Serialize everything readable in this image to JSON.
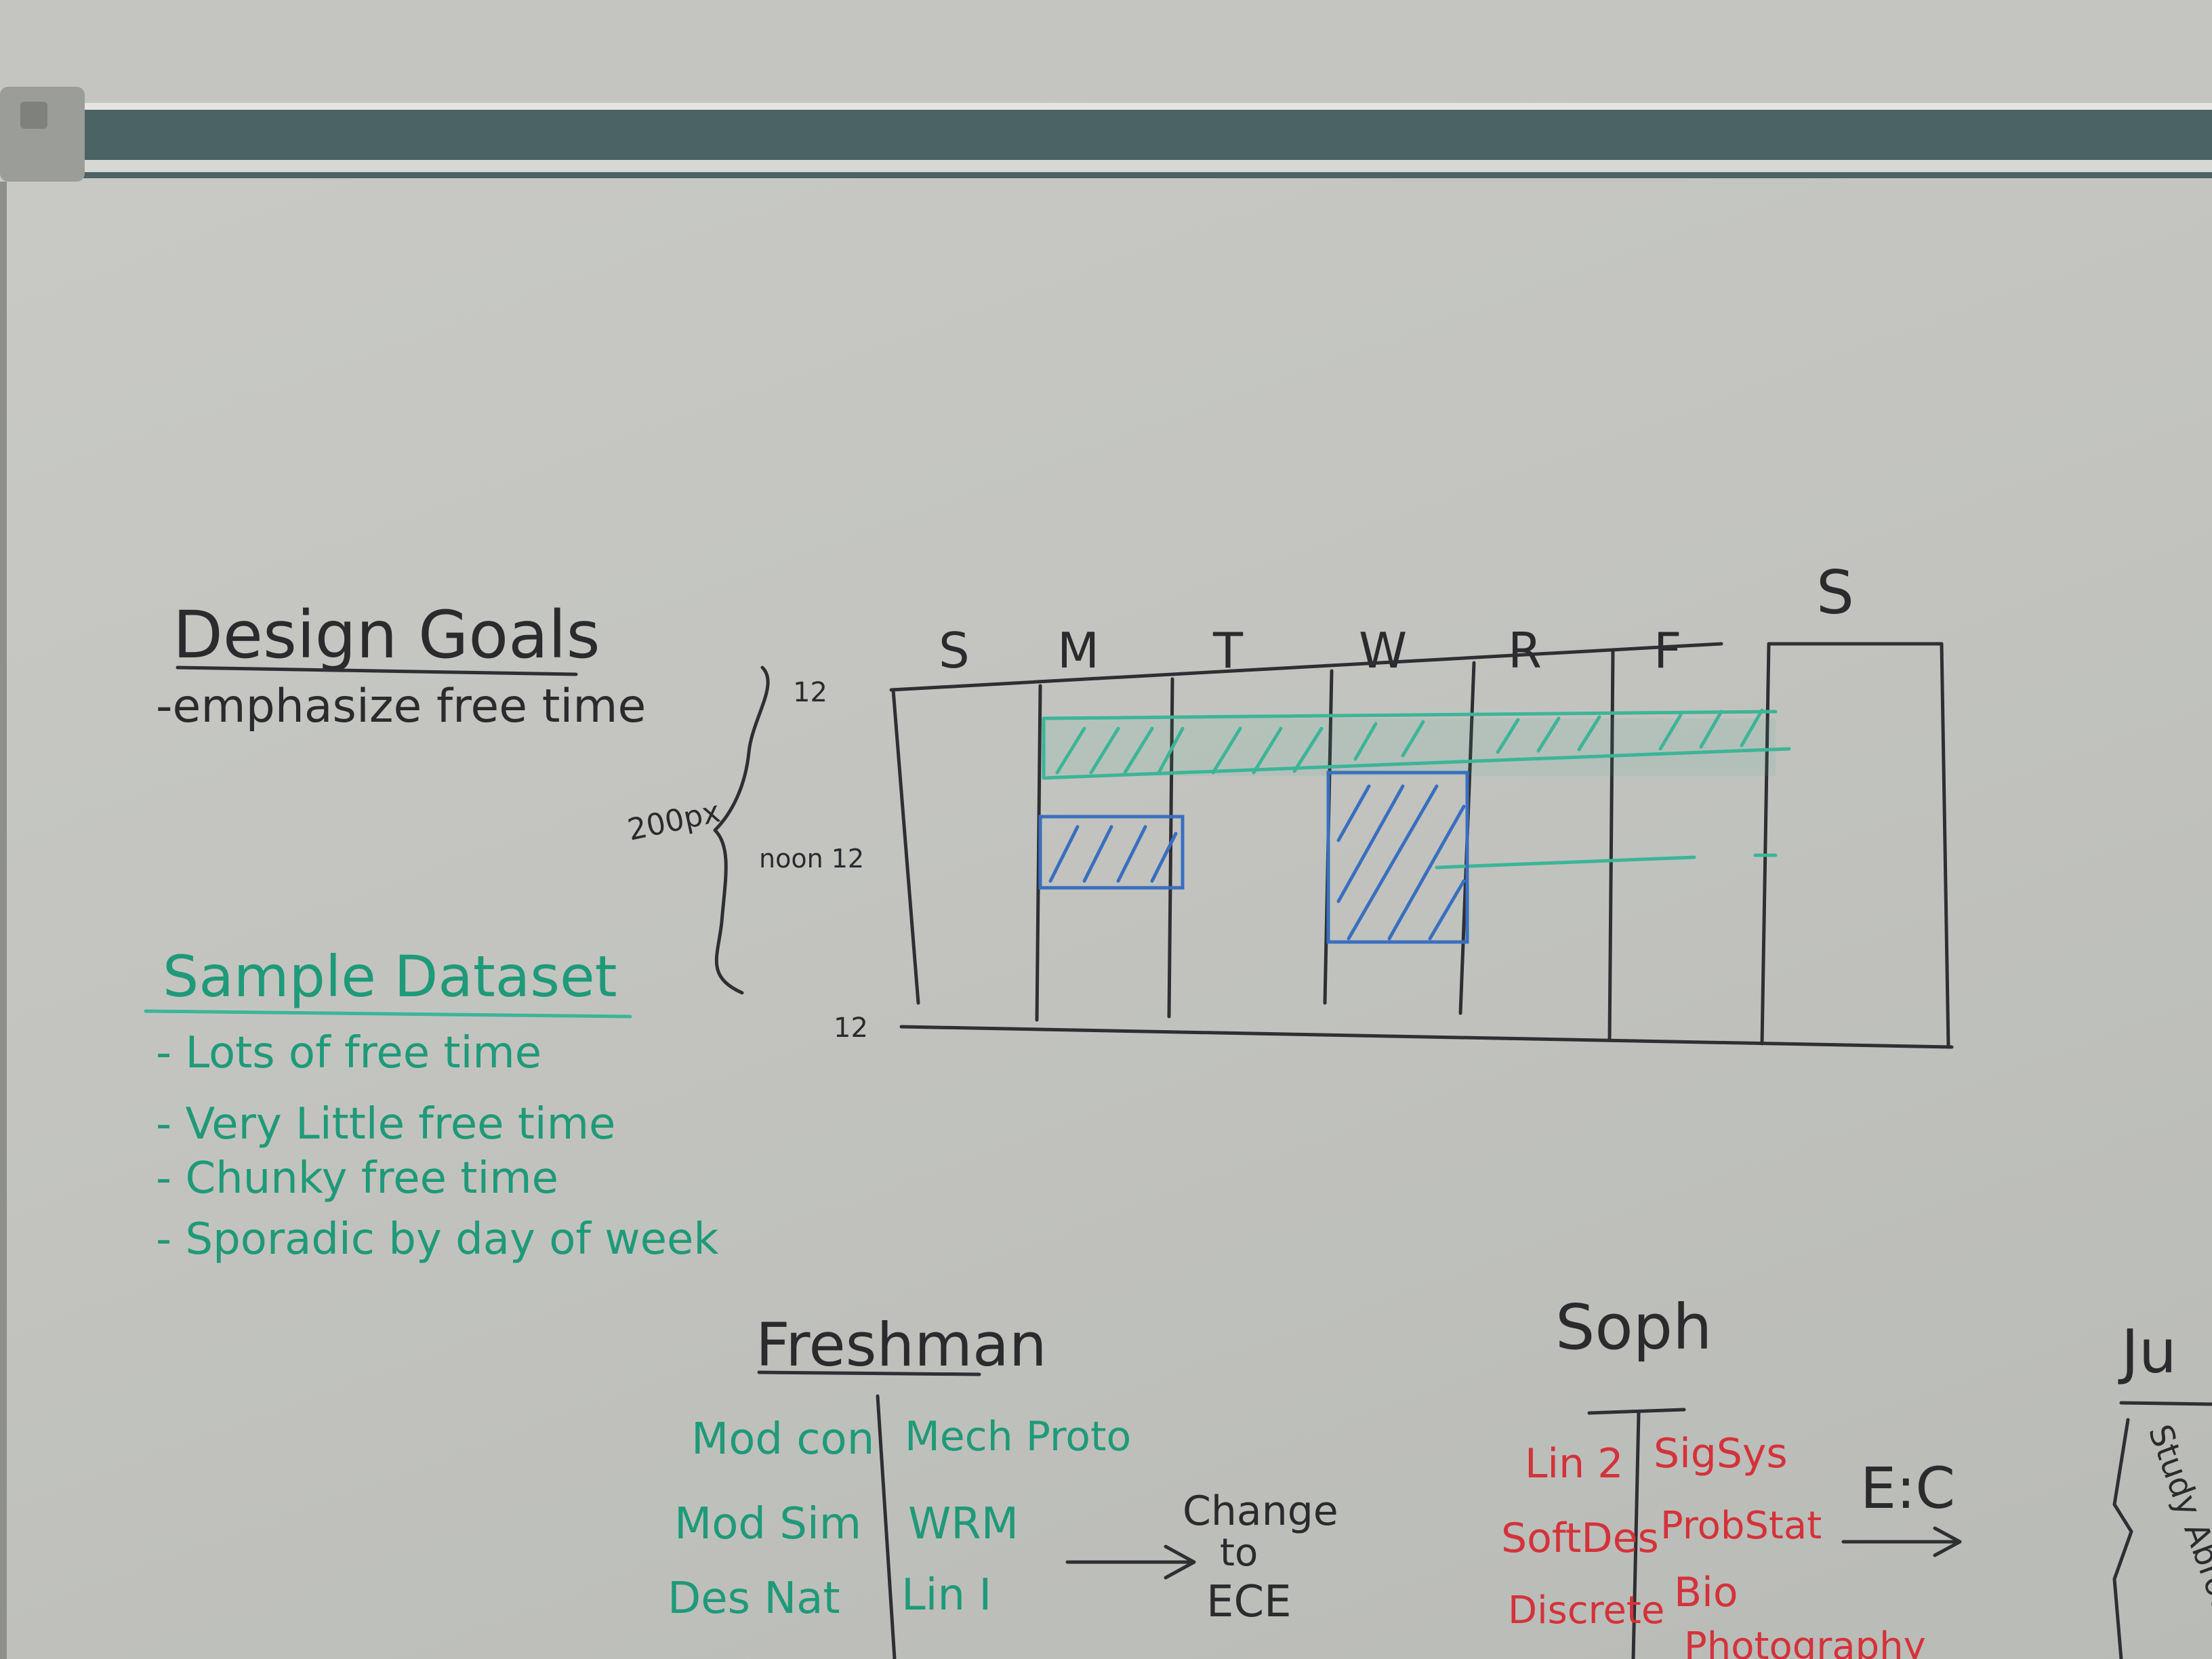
{
  "board": {
    "colors": {
      "black": "#2b2b2e",
      "green": "#1f9a78",
      "teal": "#3cb596",
      "blue": "#3a6fbf",
      "red": "#d4323a",
      "rail": "#4b6363"
    },
    "design_goals": {
      "heading": "Design Goals",
      "item": "-emphasize free time"
    },
    "sample_dataset": {
      "heading": "Sample Dataset",
      "items": [
        "- Lots of free time",
        "- Very Little free time",
        "- Chunky free time",
        "- Sporadic by day of week"
      ]
    },
    "schedule_sketch": {
      "days": [
        "S",
        "M",
        "T",
        "W",
        "R",
        "F",
        "S"
      ],
      "label_top": "12",
      "label_bottom": "12",
      "label_middle": "noon 12",
      "label_height": "200px"
    },
    "freshman": {
      "heading": "Freshman",
      "left_col": [
        "Mod con",
        "Mod Sim",
        "Des Nat"
      ],
      "right_col": [
        "Mech Proto",
        "WRM",
        "Lin I"
      ],
      "note_line1": "Change",
      "note_line2": "to",
      "note_line3": "ECE"
    },
    "soph": {
      "heading": "Soph",
      "left_col": [
        "Lin 2",
        "SoftDes",
        "Discrete"
      ],
      "right_col": [
        "SigSys",
        "ProbStat",
        "Bio",
        "Photography"
      ],
      "note": "E:C"
    },
    "junior": {
      "heading": "Ju",
      "note": "Study Abroad"
    }
  }
}
